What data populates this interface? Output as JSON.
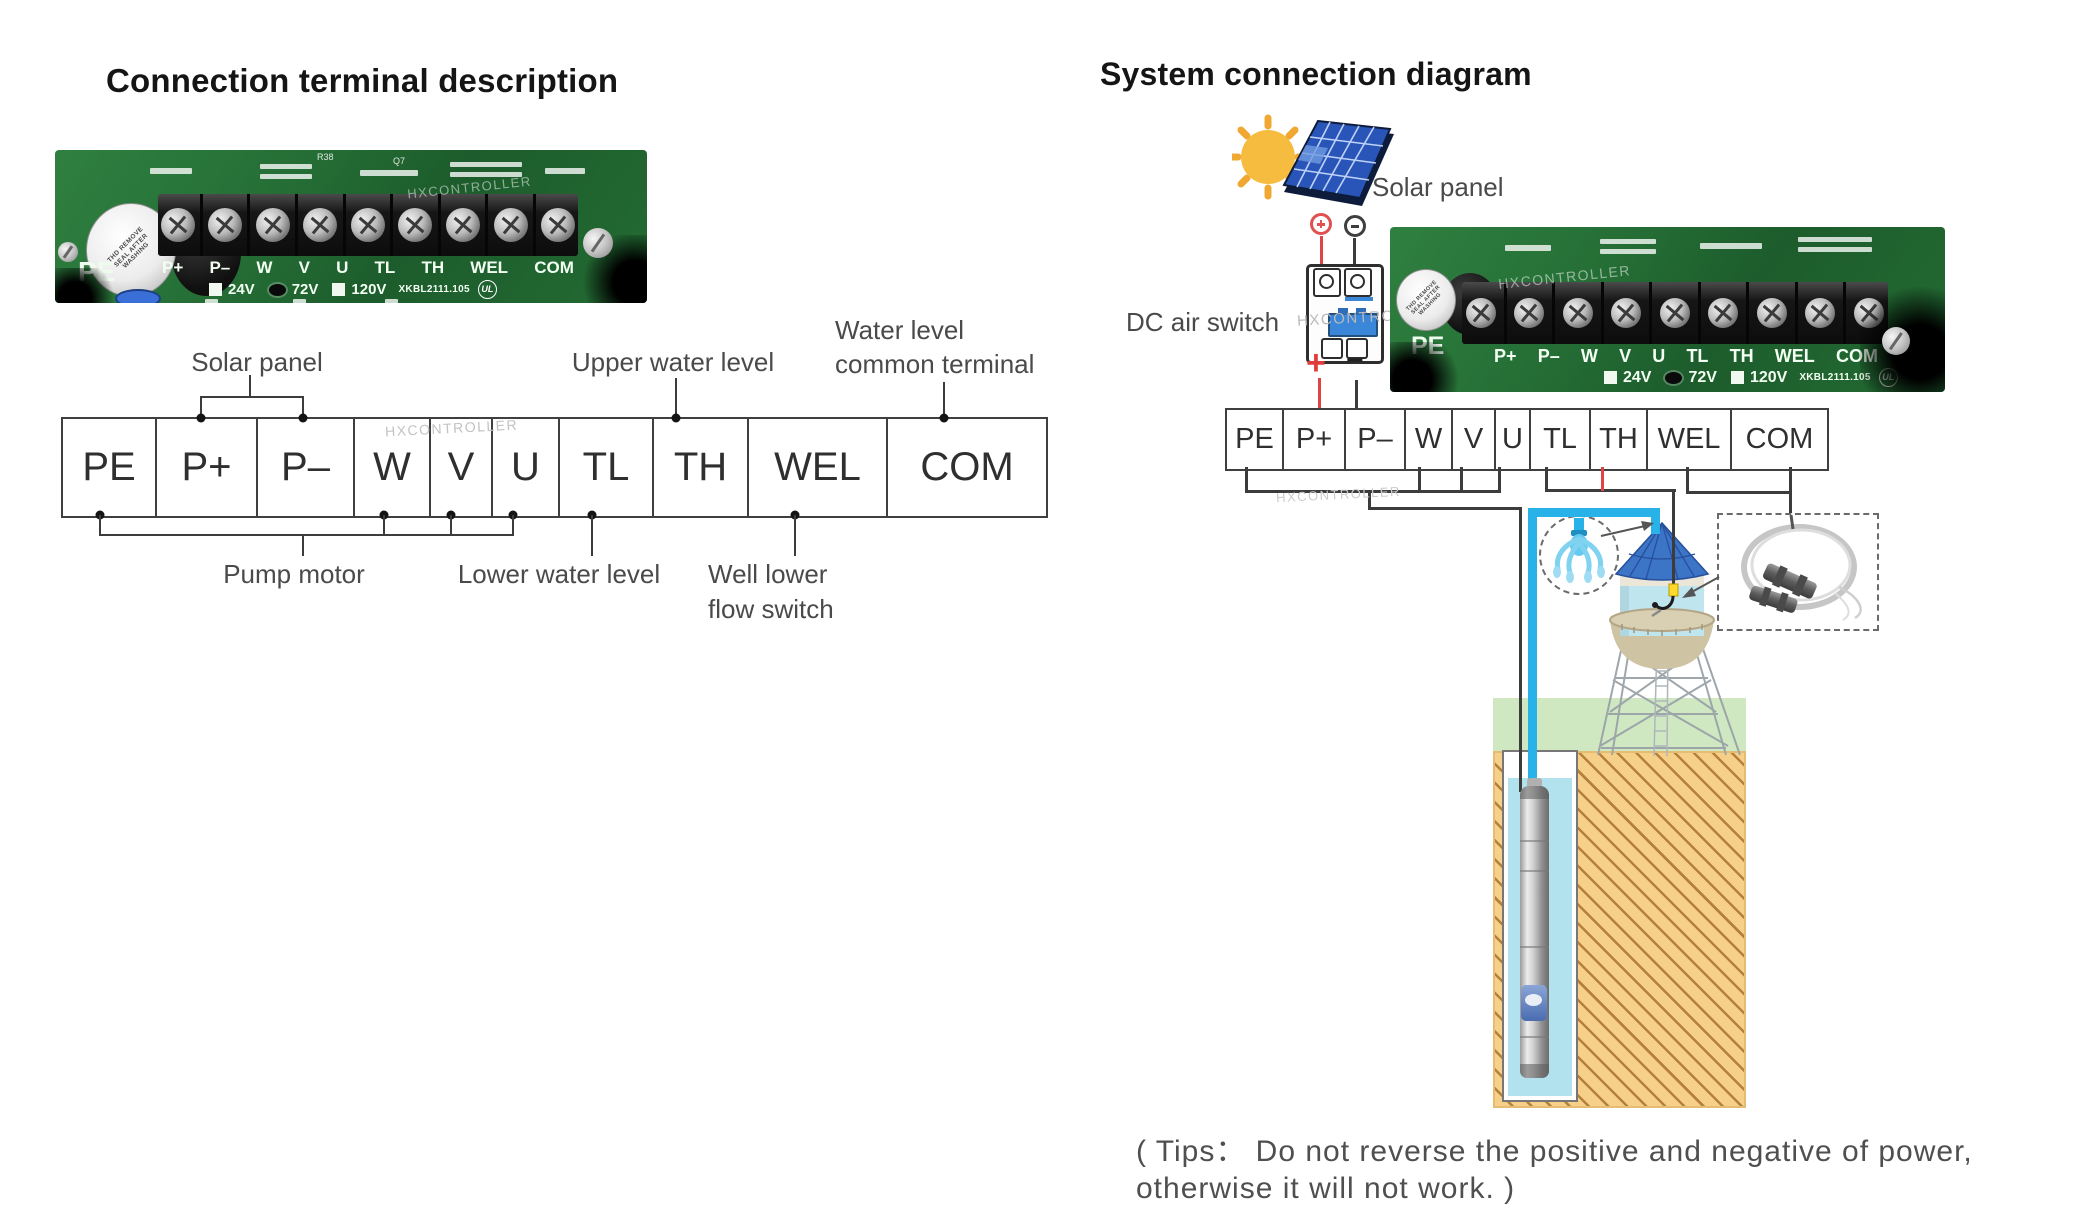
{
  "watermark": "HXCONTROLLER",
  "terminals": [
    "PE",
    "P+",
    "P–",
    "W",
    "V",
    "U",
    "TL",
    "TH",
    "WEL",
    "COM"
  ],
  "left": {
    "title": "Connection terminal description",
    "annotations": {
      "solar_panel": "Solar panel",
      "upper_water_level": "Upper water level",
      "water_level_common_line1": "Water level",
      "water_level_common_line2": "common terminal",
      "pump_motor": "Pump motor",
      "lower_water_level": "Lower water level",
      "well_lower_line1": "Well lower",
      "well_lower_line2": "flow switch"
    }
  },
  "right": {
    "title": "System connection diagram",
    "solar_panel_label": "Solar panel",
    "dc_air_switch_label": "DC air switch",
    "breaker_plus": "+",
    "breaker_minus": "−",
    "tips_line1": "( Tips： Do not reverse the positive and negative of power,",
    "tips_line2": "otherwise it will not work. )"
  },
  "pcb": {
    "pe_label": "PE",
    "silk_labels": [
      "P+",
      "P–",
      "W",
      "V",
      "U",
      "TL",
      "TH",
      "WEL",
      "COM"
    ],
    "voltage_options": [
      "24V",
      "72V",
      "120V"
    ],
    "selected_voltage": "72V",
    "part_number": "XKBL2111.105",
    "ul_mark": "UL",
    "buzzer_text": "THD REMOVE SEAL AFTER WASHING",
    "refs": [
      "Q7",
      "R38"
    ]
  },
  "colors": {
    "wire_red": "#e04343",
    "wire_dark": "#2f2f2f",
    "pipe_cyan": "#29b2e8",
    "pcb_green": "#27713a",
    "panel_blue": "#2a55b8",
    "grass_green": "#cfe8c2",
    "soil_tan": "#f6d089",
    "well_water": "#b2e2ee"
  }
}
